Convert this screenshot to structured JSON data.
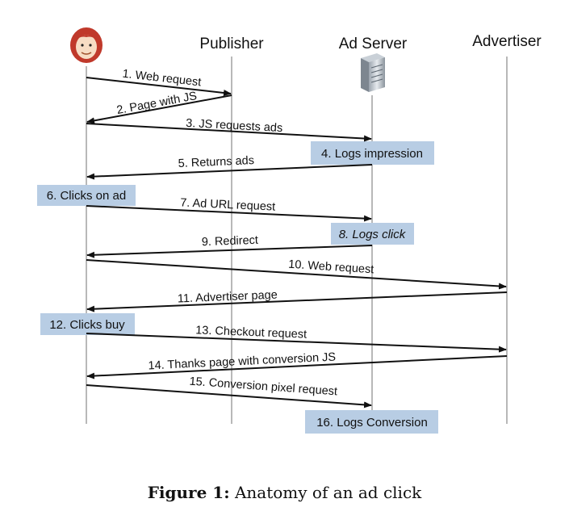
{
  "actors": {
    "user_icon": "person-face-icon",
    "publisher": "Publisher",
    "ad_server": "Ad Server",
    "ad_server_icon": "server-icon",
    "advertiser": "Advertiser"
  },
  "messages": [
    "1. Web request",
    "2. Page with JS",
    "3. JS requests ads",
    "5. Returns ads",
    "7. Ad URL request",
    "9. Redirect",
    "10. Web request",
    "11. Advertiser page",
    "13. Checkout request",
    "14. Thanks page with conversion JS",
    "15. Conversion pixel request"
  ],
  "notes": [
    "4. Logs impression",
    "6. Clicks on ad",
    "8. Logs click",
    "12. Clicks buy",
    "16. Logs Conversion"
  ],
  "caption": {
    "label": "Figure 1:",
    "text": "Anatomy of an ad click"
  },
  "colors": {
    "note_fill": "#b8cde4",
    "lifeline": "#b8b8b8",
    "hair": "#c0392b"
  }
}
